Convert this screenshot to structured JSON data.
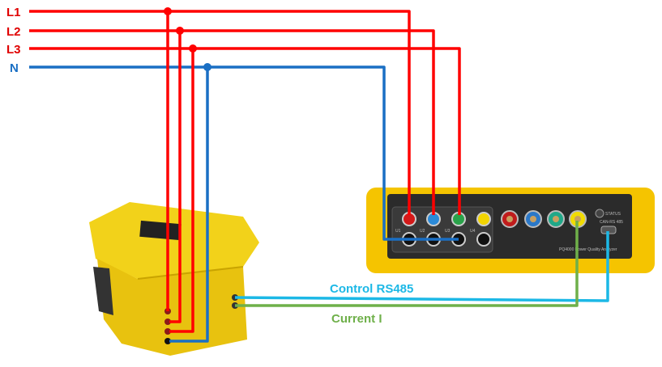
{
  "lines": {
    "l1": "L1",
    "l2": "L2",
    "l3": "L3",
    "n": "N"
  },
  "links": {
    "control": "Control RS485",
    "current": "Current I"
  },
  "analyzer": {
    "model_text": "PQ4000 Power Quality Analyzer",
    "voltage_inputs": [
      "U1",
      "U2",
      "U3",
      "U4"
    ],
    "status_label": "STATUS",
    "port_label": "CAN-RS 485"
  },
  "colors": {
    "phase": "#ff0000",
    "neutral": "#1a6fc4",
    "rs485": "#1cb8e6",
    "current": "#6fb04a",
    "case": "#f5d000"
  }
}
